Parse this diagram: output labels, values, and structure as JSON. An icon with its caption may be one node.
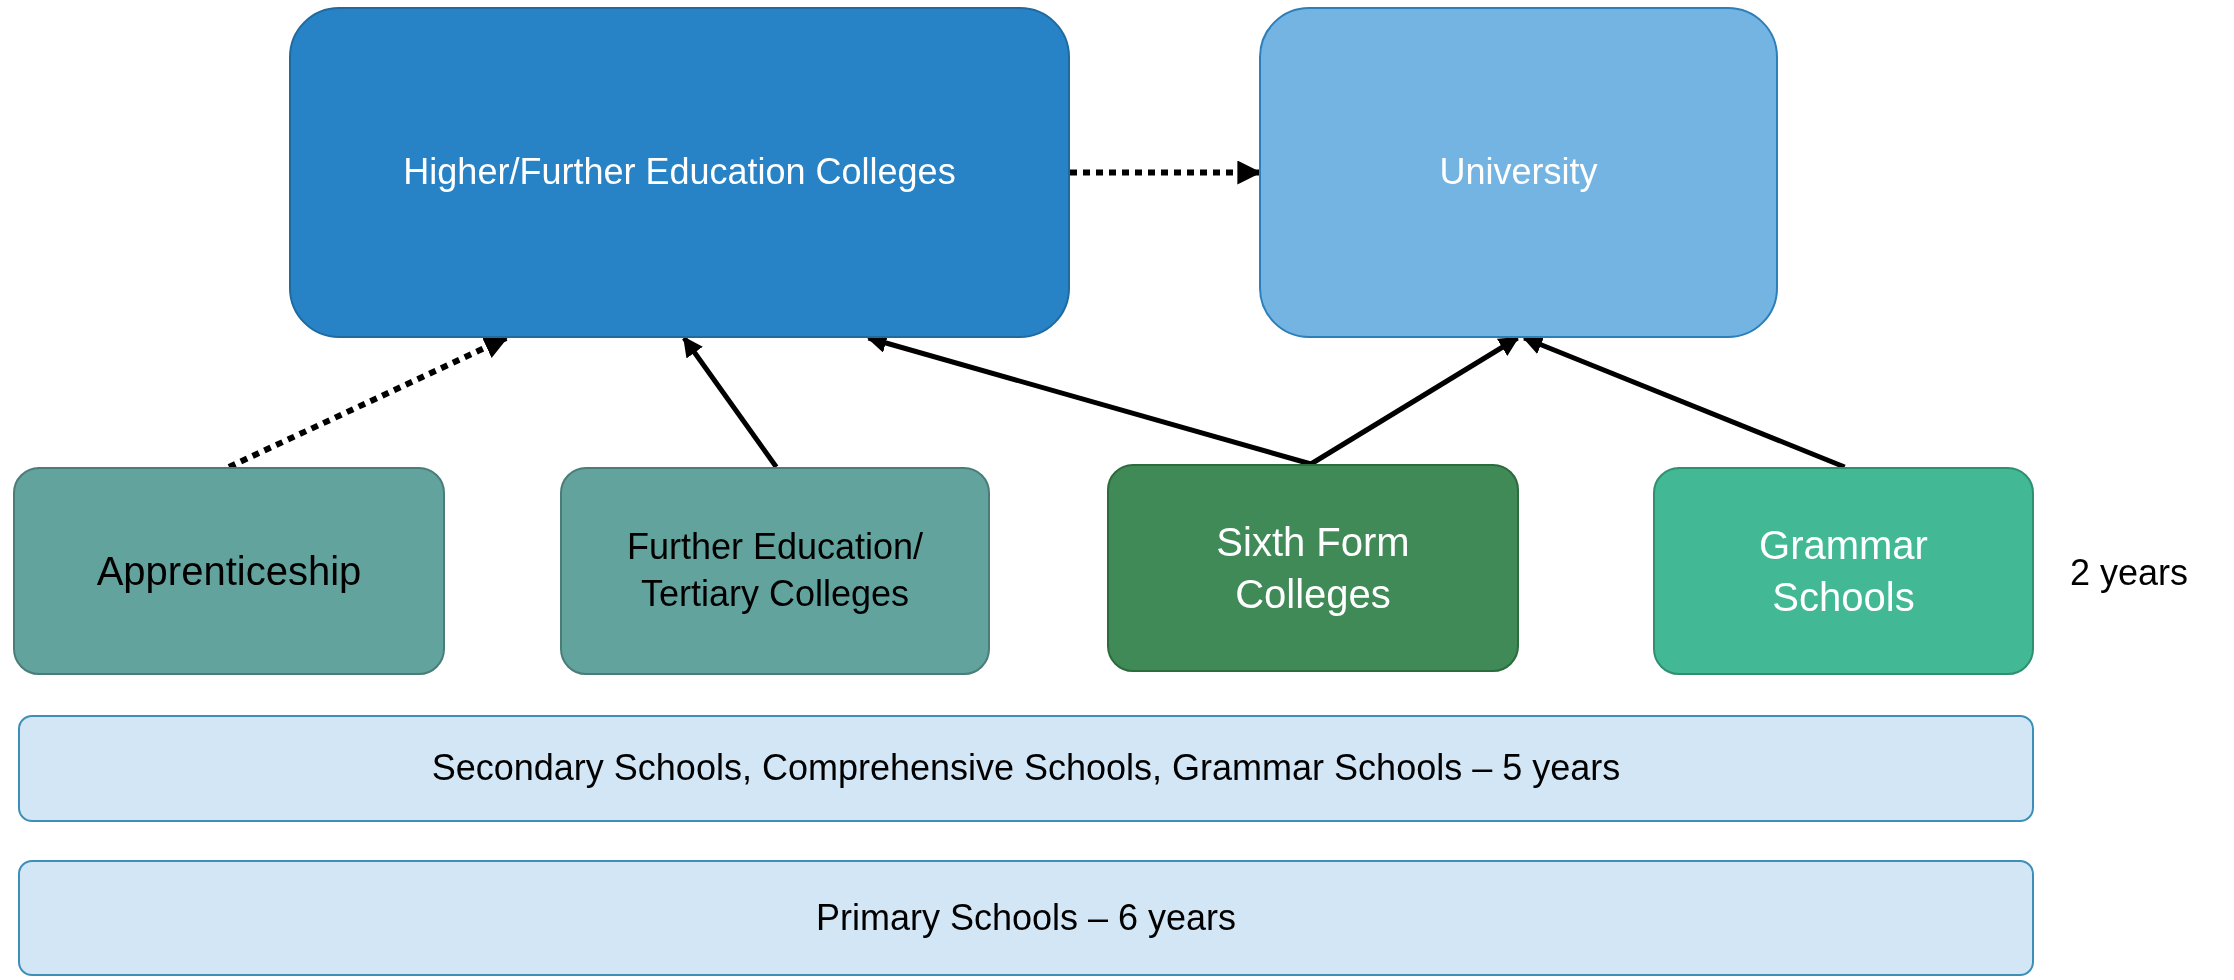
{
  "diagram": {
    "nodes": [
      {
        "text": [
          "Higher/Further Education Colleges"
        ]
      },
      {
        "text": [
          "University"
        ]
      },
      {
        "text": [
          "Apprenticeship"
        ]
      },
      {
        "text": [
          "Further Education/ Tertiary Colleges"
        ]
      },
      {
        "text": [
          "Sixth Form Colleges"
        ]
      },
      {
        "text": [
          "Grammar Schools"
        ]
      },
      {
        "text": [
          "Secondary Schools, Comprehensive Schools, Grammar Schools – 5 years"
        ]
      },
      {
        "text": [
          "Primary Schools – 6 years"
        ]
      }
    ],
    "edges": [
      {
        "from": 0,
        "to": 1,
        "arrow": "to",
        "style": "dashed"
      },
      {
        "from": 2,
        "to": 0,
        "arrow": "to",
        "style": "dashed"
      },
      {
        "from": 3,
        "to": 0,
        "arrow": "to"
      },
      {
        "from": 4,
        "to": 0,
        "arrow": "to"
      },
      {
        "from": 4,
        "to": 1,
        "arrow": "to"
      },
      {
        "from": 5,
        "to": 1,
        "arrow": "to"
      }
    ],
    "labels": [
      "2 years"
    ]
  }
}
